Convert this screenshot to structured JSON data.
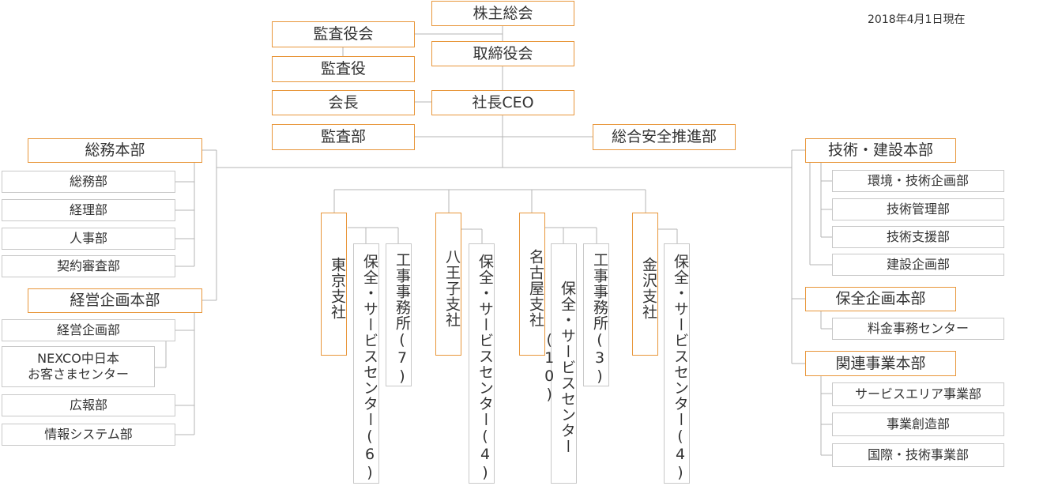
{
  "date": "2018年4月1日現在",
  "top": {
    "shareholders": "株主総会",
    "board": "取締役会",
    "ceo": "社長CEO",
    "audit_board": "監査役会",
    "auditor": "監査役",
    "chairman": "会長",
    "audit_dept": "監査部",
    "safety": "総合安全推進部"
  },
  "general_affairs": {
    "head": "総務本部",
    "items": [
      "総務部",
      "経理部",
      "人事部",
      "契約審査部"
    ]
  },
  "planning": {
    "head": "経営企画本部",
    "items": [
      "経営企画部",
      "広報部",
      "情報システム部"
    ],
    "customer_center": [
      "NEXCO中日本",
      "お客さまセンター"
    ]
  },
  "branches": [
    {
      "name": "東京支社",
      "subs": [
        "保全・サービスセンター(6)",
        "工事事務所(7)"
      ]
    },
    {
      "name": "八王子支社",
      "subs": [
        "保全・サービスセンター(4)"
      ]
    },
    {
      "name": "名古屋支社",
      "subs": [
        "保全・サービスセンター(10)",
        "工事事務所(3)"
      ]
    },
    {
      "name": "金沢支社",
      "subs": [
        "保全・サービスセンター(4)"
      ]
    }
  ],
  "tech": {
    "head": "技術・建設本部",
    "items": [
      "環境・技術企画部",
      "技術管理部",
      "技術支援部",
      "建設企画部"
    ]
  },
  "maint": {
    "head": "保全企画本部",
    "items": [
      "料金事務センター"
    ]
  },
  "related": {
    "head": "関連事業本部",
    "items": [
      "サービスエリア事業部",
      "事業創造部",
      "国際・技術事業部"
    ]
  }
}
